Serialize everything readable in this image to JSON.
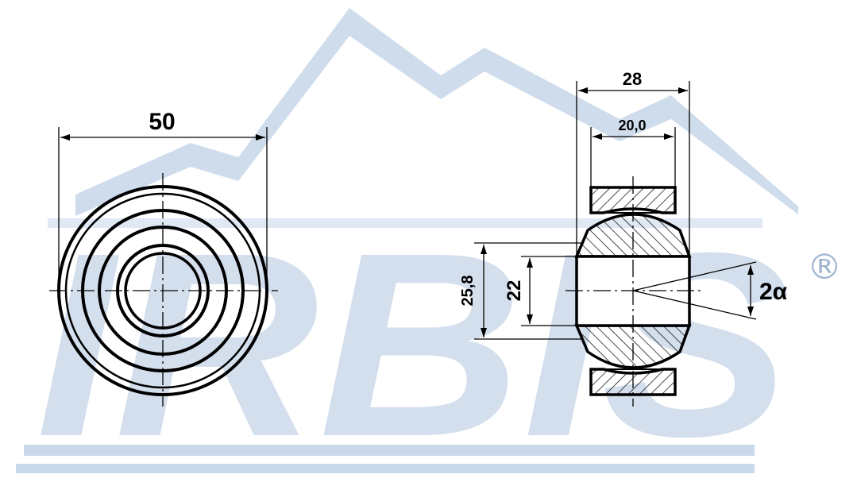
{
  "drawing": {
    "watermark": {
      "brand": "IRBIS",
      "registered_mark": "®",
      "color": "#c9d8ea"
    },
    "front_view": {
      "outer_diameter_label": "50"
    },
    "side_view": {
      "overall_width_label": "28",
      "ring_width_label": "20,0",
      "ball_diameter_label": "25,8",
      "bore_diameter_label": "22",
      "tilt_angle_label": "2α"
    },
    "colors": {
      "line": "#000000",
      "watermark": "#c9d8ea"
    }
  }
}
